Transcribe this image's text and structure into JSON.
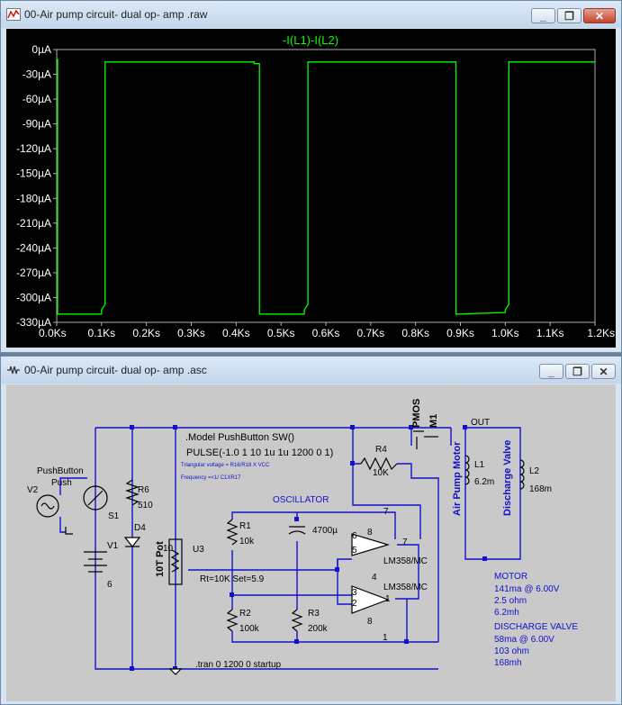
{
  "plot_window": {
    "title": "00-Air pump circuit- dual op- amp .raw",
    "trace_label": "-I(L1)-I(L2)",
    "trace_color": "#00ff00",
    "background": "#000000"
  },
  "chart_data": {
    "type": "line",
    "title": "-I(L1)-I(L2)",
    "xlabel": "",
    "ylabel": "",
    "x_unit": "Ks",
    "y_unit": "µA",
    "xlim": [
      0,
      1.2
    ],
    "ylim": [
      -330,
      0
    ],
    "x_ticks": [
      "0.0Ks",
      "0.1Ks",
      "0.2Ks",
      "0.3Ks",
      "0.4Ks",
      "0.5Ks",
      "0.6Ks",
      "0.7Ks",
      "0.8Ks",
      "0.9Ks",
      "1.0Ks",
      "1.1Ks",
      "1.2Ks"
    ],
    "y_ticks": [
      "0µA",
      "-30µA",
      "-60µA",
      "-90µA",
      "-120µA",
      "-150µA",
      "-180µA",
      "-210µA",
      "-240µA",
      "-270µA",
      "-300µA",
      "-330µA"
    ],
    "grid": false,
    "series": [
      {
        "name": "-I(L1)-I(L2)",
        "color": "#00ff00",
        "x": [
          0.0,
          0.0,
          0.002,
          0.002,
          0.1,
          0.1,
          0.108,
          0.108,
          0.44,
          0.44,
          0.452,
          0.452,
          0.552,
          0.552,
          0.56,
          0.56,
          0.89,
          0.89,
          0.9,
          0.9,
          1.0,
          1.0,
          1.008,
          1.008,
          1.2
        ],
        "y": [
          -12,
          -12,
          -12,
          -320,
          -320,
          -315,
          -308,
          -15,
          -15,
          -17,
          -17,
          -320,
          -320,
          -315,
          -308,
          -15,
          -15,
          -320,
          -320,
          -320,
          -318,
          -315,
          -308,
          -15,
          -15
        ]
      }
    ]
  },
  "schematic_window": {
    "title": "00-Air pump circuit- dual op- amp .asc",
    "labels": {
      "model": ".Model PushButton SW()",
      "pulse": "PULSE(-1.0 1 10 1u 1u 1200 0 1)",
      "note1": "Triangular voltage = R16/R18 X VCC",
      "note2": "Frequency =<1/ C1XR17",
      "oscillator": "OSCILLATOR",
      "pushbutton": "PushButton",
      "push": "Push",
      "v2": "V2",
      "s1": "S1",
      "v1": "V1",
      "v1_val": "6",
      "r6": "R6",
      "r6_val": "510",
      "d4": "D4",
      "pot": "10T Pot",
      "pot_val": "10",
      "u3": "U3",
      "rt": "Rt=10K Set=5.9",
      "r1": "R1",
      "r1_val": "10k",
      "r2": "R2",
      "r2_val": "100k",
      "r3": "R3",
      "r3_val": "200k",
      "c1_val": "4700µ",
      "op1": "LM358/MC",
      "op2": "LM358/MC",
      "r4": "R4",
      "r4_val": "10K",
      "pmos": "PMOS",
      "m1": "M1",
      "out": "OUT",
      "l1": "L1",
      "l1_val": "6.2m",
      "l2": "L2",
      "l2_val": "168m",
      "air_pump": "Air Pump Motor",
      "discharge": "Discharge Valve",
      "motor": "MOTOR",
      "motor_1": "141ma @ 6.00V",
      "motor_2": "2.5 ohm",
      "motor_3": "6.2mh",
      "dv": "DISCHARGE VALVE",
      "dv_1": "58ma @ 6.00V",
      "dv_2": "103 ohm",
      "dv_3": "168mh",
      "tran": ".tran 0 1200 0 startup",
      "pin7a": "7",
      "pin7b": "7",
      "pin6": "6",
      "pin5": "5",
      "pin8a": "8",
      "pin4": "4",
      "pin3": "3",
      "pin2": "2",
      "pin1a": "1",
      "pin8b": "8",
      "pin1b": "1"
    }
  }
}
